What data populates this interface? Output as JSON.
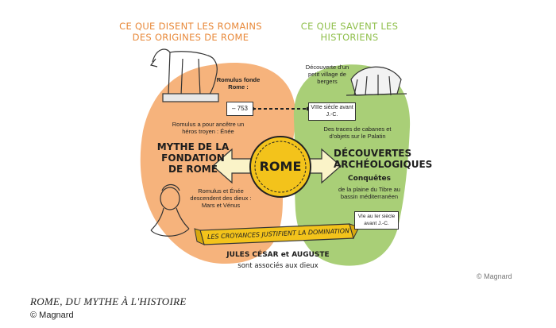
{
  "headers": {
    "left": "CE QUE DISENT LES ROMAINS DES ORIGINES DE ROME",
    "right": "CE QUE SAVENT LES HISTORIENS"
  },
  "center": {
    "label": "ROME"
  },
  "left": {
    "romulus_founds": "Romulus fonde Rome :",
    "date": "– 753",
    "ancestor": "Romulus a pour ancêtre un héros troyen : Énée",
    "title": "MYTHE DE LA FONDATION DE ROME",
    "descent": "Romulus et Énée descendent des dieux : Mars et Vénus"
  },
  "right": {
    "village": "Découverte d'un petit village de bergers",
    "century8": "VIIIe siècle avant J.-C.",
    "traces": "Des traces de cabanes et d'objets sur le Palatin",
    "title": "DÉCOUVERTES ARCHÉOLOGIQUES",
    "conquests_title": "Conquêtes",
    "conquests": "de la plaine du Tibre au bassin méditerranéen",
    "century6": "VIe au Ier siècle avant J.-C."
  },
  "banner": "LES CROYANCES JUSTIFIENT LA DOMINATION",
  "bottom": {
    "line1": "JULES CÉSAR et AUGUSTE",
    "line2": "sont associés aux dieux"
  },
  "caption": "ROME, DU MYTHE À L'HISTOIRE",
  "credit": "© Magnard",
  "colors": {
    "orange_bg": "#f6b37c",
    "green_bg": "#a9cf77",
    "orange_text": "#e8893a",
    "green_text": "#8fbf4b",
    "center": "#f3c31b",
    "arrow": "#faf3c8"
  }
}
